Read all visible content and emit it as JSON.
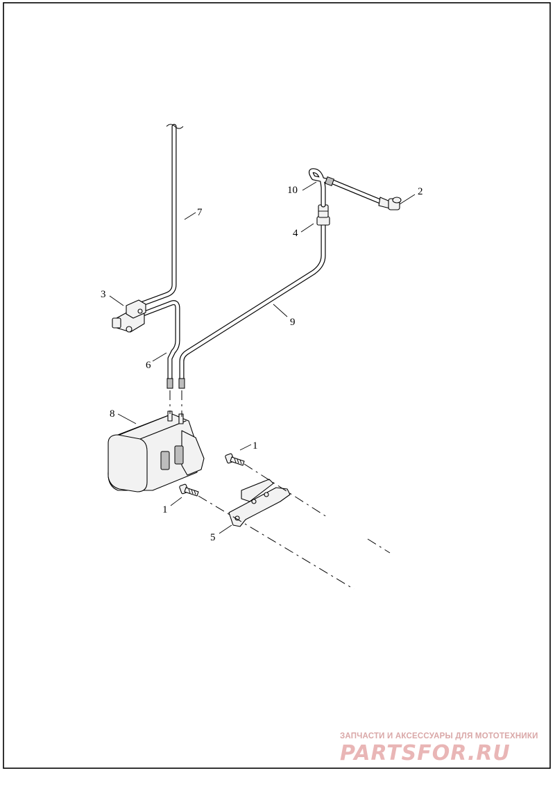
{
  "callouts": {
    "c1a": "1",
    "c1b": "1",
    "c2": "2",
    "c3": "3",
    "c4": "4",
    "c5": "5",
    "c6": "6",
    "c7": "7",
    "c8": "8",
    "c9": "9",
    "c10": "10"
  },
  "watermark": {
    "tagline": "ЗАПЧАСТИ И АКСЕССУАРЫ ДЛЯ МОТОТЕХНИКИ",
    "logo": "PARTSFOR.RU",
    "color": "#e9b6b6"
  }
}
